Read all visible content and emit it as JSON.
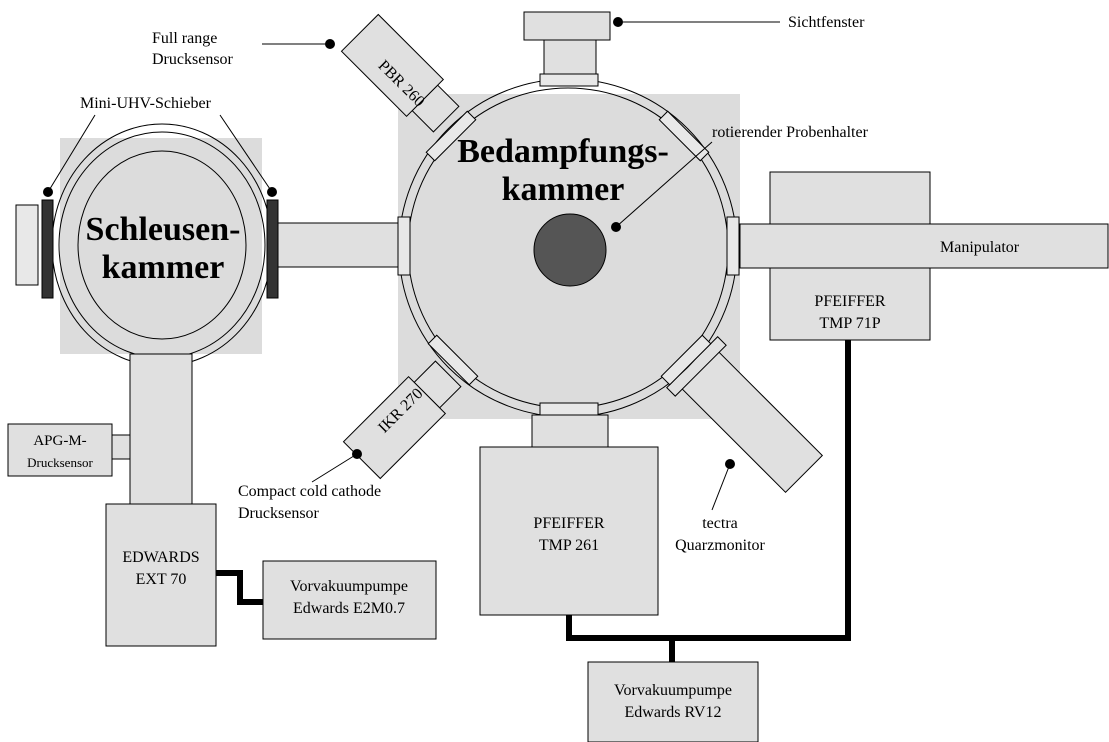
{
  "chambers": {
    "load_lock_line1": "Schleusen-",
    "load_lock_line2": "kammer",
    "deposition_line1": "Bedampfungs-",
    "deposition_line2": "kammer"
  },
  "labels": {
    "sichtfenster": "Sichtfenster",
    "full_range_line1": "Full range",
    "full_range_line2": "Drucksensor",
    "mini_uhv": "Mini-UHV-Schieber",
    "probenhalter": "rotierender Probenhalter",
    "manipulator": "Manipulator",
    "pbr": "PBR 260",
    "ikr": "IKR 270",
    "compact_line1": "Compact cold cathode",
    "compact_line2": "Drucksensor",
    "tectra_line1": "tectra",
    "tectra_line2": "Quarzmonitor",
    "apg_line1": "APG-M-",
    "apg_line2": "Drucksensor",
    "edwards_ext_line1": "EDWARDS",
    "edwards_ext_line2": "EXT 70",
    "vor1_line1": "Vorvakuumpumpe",
    "vor1_line2": "Edwards E2M0.7",
    "tmp261_line1": "PFEIFFER",
    "tmp261_line2": "TMP 261",
    "tmp71_line1": "PFEIFFER",
    "tmp71_line2": "TMP 71P",
    "vor2_line1": "Vorvakuumpumpe",
    "vor2_line2": "Edwards RV12"
  }
}
